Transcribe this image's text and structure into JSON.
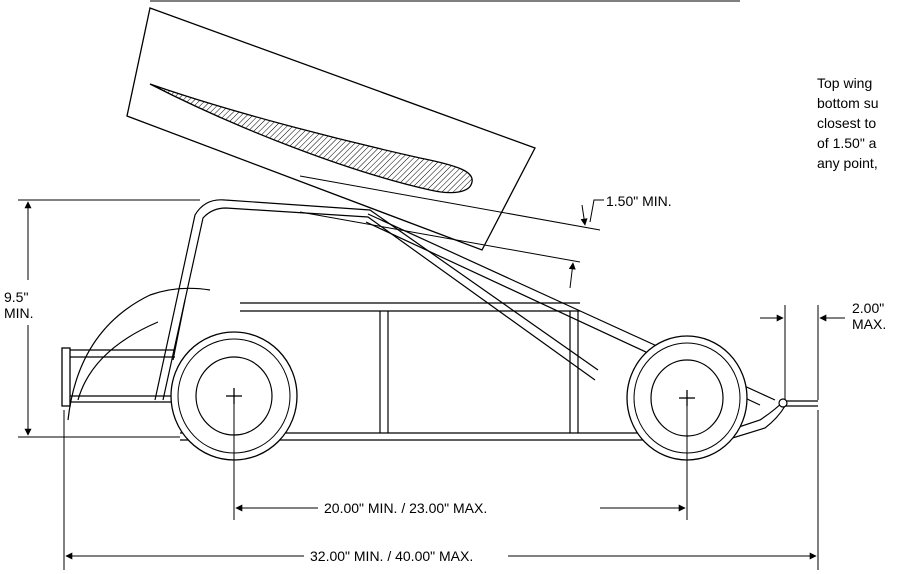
{
  "labels": {
    "wing_clearance": "1.50\" MIN.",
    "height_line1": "9.5\"",
    "height_line2": "MIN.",
    "nose_line1": "2.00\"",
    "nose_line2": "MAX.",
    "wheelbase": "20.00\" MIN. / 23.00\" MAX.",
    "overall_length": "32.00\" MIN. / 40.00\" MAX."
  },
  "note": {
    "line1": "Top wing",
    "line2": "bottom su",
    "line3": "closest to",
    "line4": "of 1.50\" a",
    "line5": "any point,"
  }
}
